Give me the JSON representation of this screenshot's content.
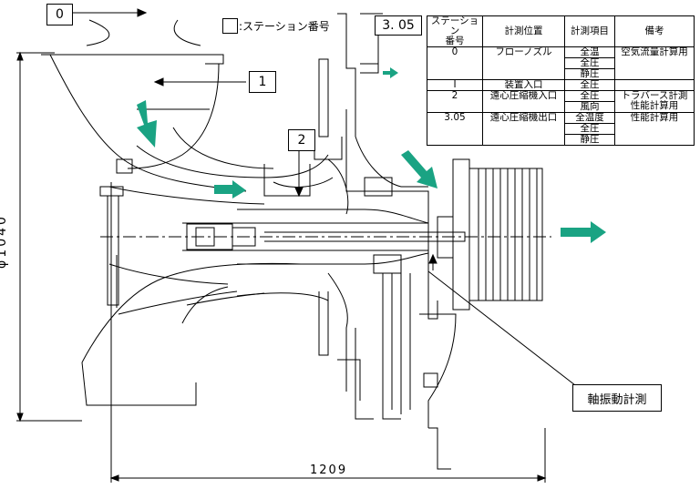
{
  "station_legend": ":ステーション番号",
  "station_boxes": {
    "s0": "0",
    "s1": "1",
    "s2": "2",
    "s305": "3. 05"
  },
  "dims": {
    "diameter": "φ1040",
    "length": "1209"
  },
  "callout": "軸振動計測",
  "table": {
    "headers": [
      "ステーション番号",
      "計測位置",
      "計測項目",
      "備考"
    ],
    "rows": [
      {
        "station": "0",
        "position": "フローノズル",
        "items": [
          "全温",
          "全圧",
          "静圧"
        ],
        "note": "空気流量計算用"
      },
      {
        "station": "I",
        "position": "装置入口",
        "items": [
          "全圧"
        ],
        "note": ""
      },
      {
        "station": "2",
        "position": "遠心圧縮機入口",
        "items": [
          "全圧",
          "風向"
        ],
        "note": "トラバース計測\n性能計算用"
      },
      {
        "station": "3.05",
        "position": "遠心圧縮機出口",
        "items": [
          "全温度",
          "全圧",
          "静圧"
        ],
        "note": "性能計算用"
      }
    ]
  },
  "colors": {
    "flow_arrow": "#1aa383",
    "line": "#000000"
  }
}
